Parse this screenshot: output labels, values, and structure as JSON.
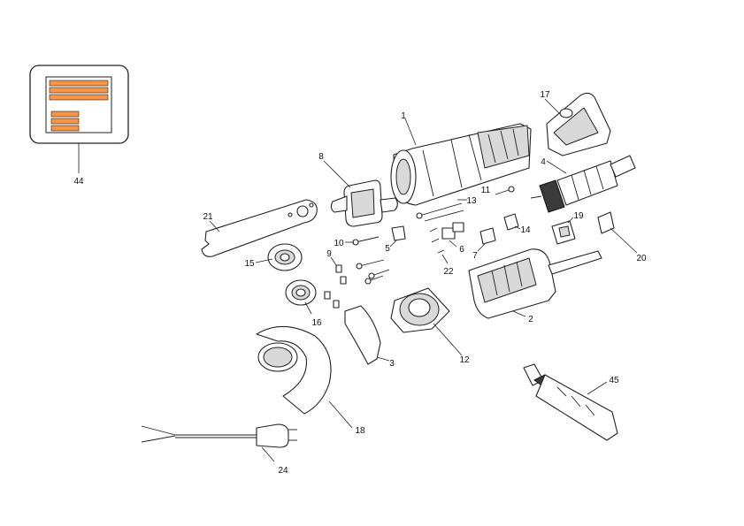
{
  "colors": {
    "label_fill": "#f79646",
    "line": "#222222",
    "shade": "#d9d9d9",
    "dark": "#3a3a3a"
  },
  "callouts": {
    "p1": "1",
    "p2": "2",
    "p3": "3",
    "p4": "4",
    "p5": "5",
    "p6": "6",
    "p7": "7",
    "p8": "8",
    "p9": "9",
    "p10": "10",
    "p11": "11",
    "p12": "12",
    "p13": "13",
    "p14": "14",
    "p15": "15",
    "p16": "16",
    "p17": "17",
    "p18": "18",
    "p19": "19",
    "p20": "20",
    "p21": "21",
    "p22": "22",
    "p24": "24",
    "p44": "44",
    "p45": "45"
  }
}
